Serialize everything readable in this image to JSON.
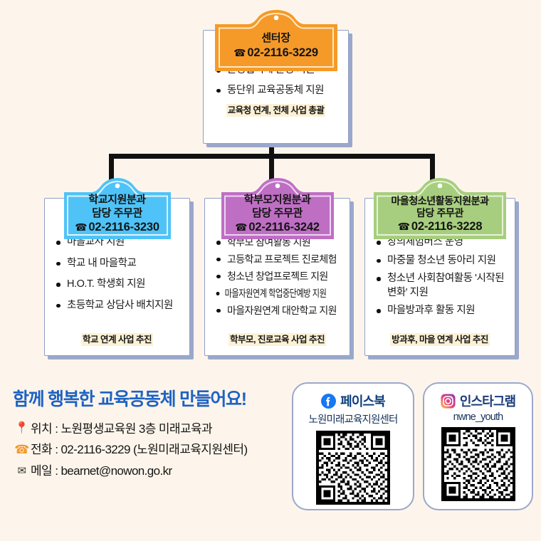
{
  "palette": {
    "background": "#FDF5EB",
    "center_header": "#F59A28",
    "school_header": "#4FC3F7",
    "parent_header": "#BE6FC4",
    "youth_header": "#A7CE7E",
    "body": "#FFFFFF",
    "shadow": "#9BA8CC",
    "highlight": "#FCF1D4",
    "connector": "#111111",
    "promo_blue": "#1E62C4"
  },
  "chart": {
    "center": {
      "title": "센터장",
      "tel_icon": "phone-icon",
      "tel": "02-2116-3229",
      "bullets": [
        "운영협의체 운영 지원",
        "동단위 교육공동체 지원"
      ],
      "highlight": "교육청 연계, 전체 사업 총괄"
    },
    "branches": [
      {
        "id": "school",
        "title": "학교지원분과\n담당 주무관",
        "tel_icon": "phone-icon",
        "tel": "02-2116-3230",
        "bullets": [
          "마을교사 지원",
          "학교 내 마을학교",
          "H.O.T. 학생회 지원",
          "초등학교 상담사 배치지원"
        ],
        "highlight": "학교 연계 사업 추진"
      },
      {
        "id": "parent",
        "title": "학부모지원분과\n담당 주무관",
        "tel_icon": "phone-icon",
        "tel": "02-2116-3242",
        "bullets": [
          "학부모 참여활동 지원",
          "고등학교 프로젝트 진로체험",
          "청소년 창업프로젝트 지원",
          "마을자원연계 학업중단예방 지원",
          "마을자원연계 대안학교 지원"
        ],
        "highlight": "학부모, 진로교육 사업 추진"
      },
      {
        "id": "youth",
        "title": "마을청소년활동지원분과\n담당 주무관",
        "tel_icon": "phone-icon",
        "tel": "02-2116-3228",
        "bullets": [
          "창의체험버스 운영",
          "마중물 청소년 동아리 지원",
          "청소년 사회참여활동 '시작된 변화' 지원",
          "마을방과후 활동 지원"
        ],
        "highlight": "방과후, 마을 연계 사업 추진"
      }
    ]
  },
  "footer": {
    "promo_headline": "함께 행복한 교육공동체 만들어요!",
    "contacts": [
      {
        "icon": "location-pin-icon",
        "text": "위치 : 노원평생교육원 3층 미래교육과"
      },
      {
        "icon": "phone-icon",
        "text": "전화 : 02-2116-3229 (노원미래교육지원센터)"
      },
      {
        "icon": "mail-icon",
        "text": "메일 : bearnet@nowon.go.kr"
      }
    ],
    "social": [
      {
        "id": "facebook",
        "icon": "facebook-icon",
        "name": "페이스북",
        "handle": "노원미래교육지원센터",
        "qr": "qr-code"
      },
      {
        "id": "instagram",
        "icon": "instagram-icon",
        "name": "인스타그램",
        "handle": "nwne_youth",
        "qr": "qr-code"
      }
    ]
  }
}
